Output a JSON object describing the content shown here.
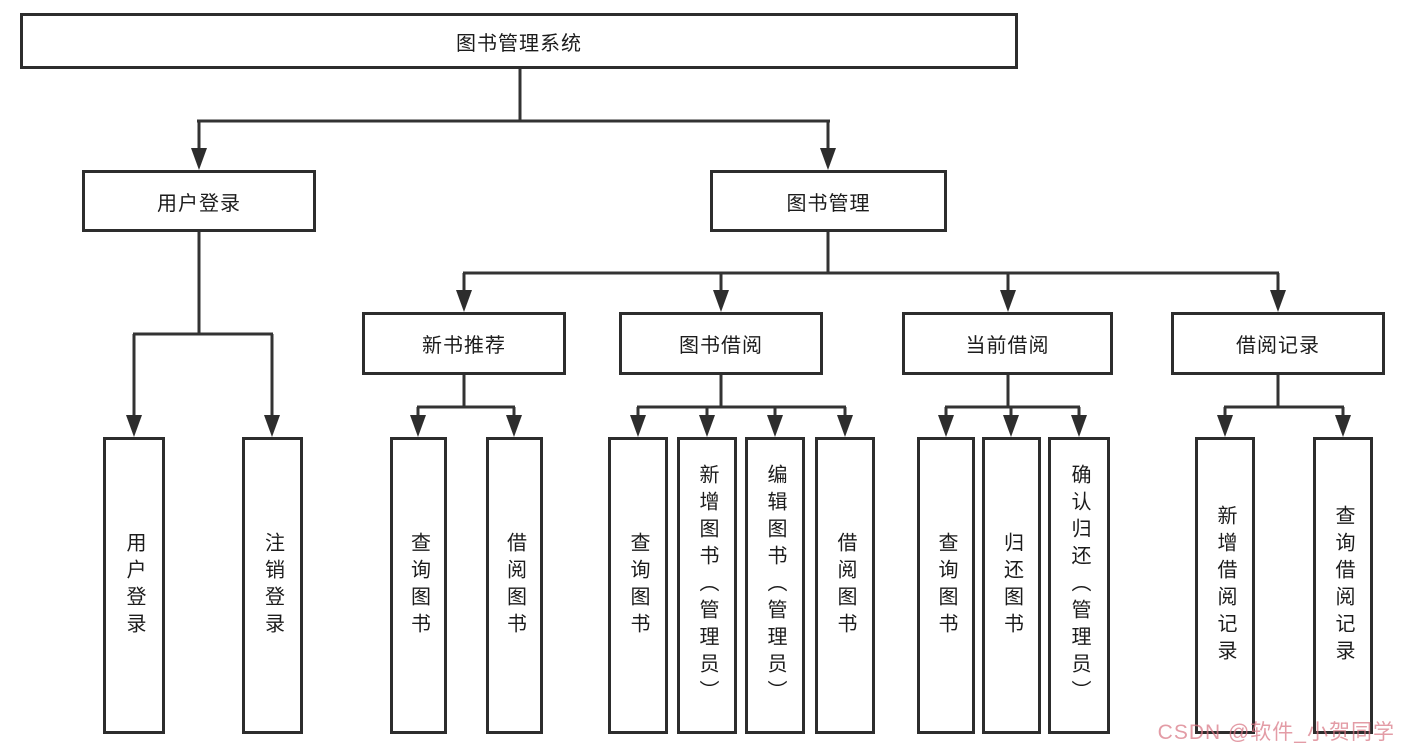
{
  "diagram": {
    "tree": {
      "root": {
        "label": "图书管理系统"
      },
      "children": [
        {
          "label": "用户登录",
          "children": [
            {
              "label": "用户登录"
            },
            {
              "label": "注销登录"
            }
          ]
        },
        {
          "label": "图书管理",
          "children": [
            {
              "label": "新书推荐",
              "children": [
                {
                  "label": "查询图书"
                },
                {
                  "label": "借阅图书"
                }
              ]
            },
            {
              "label": "图书借阅",
              "children": [
                {
                  "label": "查询图书"
                },
                {
                  "label": "新增图书（管理员）"
                },
                {
                  "label": "编辑图书（管理员）"
                },
                {
                  "label": "借阅图书"
                }
              ]
            },
            {
              "label": "当前借阅",
              "children": [
                {
                  "label": "查询图书"
                },
                {
                  "label": "归还图书"
                },
                {
                  "label": "确认归还（管理员）"
                }
              ]
            },
            {
              "label": "借阅记录",
              "children": [
                {
                  "label": "新增借阅记录"
                },
                {
                  "label": "查询借阅记录"
                }
              ]
            }
          ]
        }
      ]
    },
    "colors": {
      "box_border": "#2d2d2d",
      "connector_line": "#333333",
      "watermark": "#d87683"
    }
  },
  "watermark": {
    "text": "CSDN @软件_小贺同学"
  }
}
